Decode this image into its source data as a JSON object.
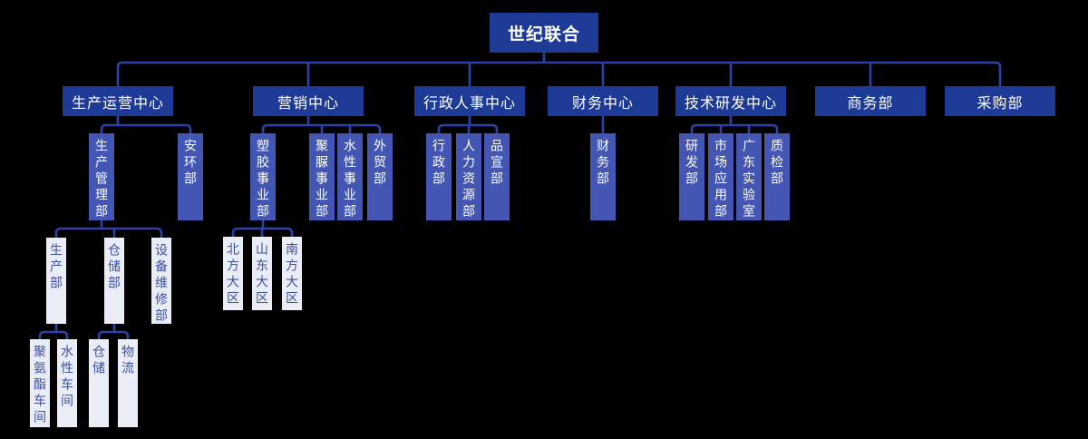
{
  "colors": {
    "background": "#000000",
    "primary_dark_box": "#1d3b96",
    "secondary_blue_box": "#4456b4",
    "light_box": "#eaecf6",
    "light_box_text": "#3c51a8",
    "dark_box_text": "#ffffff",
    "connector_line": "#2c40a8"
  },
  "org": {
    "root": {
      "label": "世纪联合"
    },
    "centers": [
      {
        "label": "生产运营中心",
        "children": [
          {
            "label": "生产管理部",
            "children": [
              {
                "label": "生产部",
                "children": [
                  {
                    "label": "聚氨酯车间"
                  },
                  {
                    "label": "水性车间"
                  }
                ]
              },
              {
                "label": "仓储部",
                "children": [
                  {
                    "label": "仓储"
                  },
                  {
                    "label": "物流"
                  }
                ]
              },
              {
                "label": "设备维修部"
              }
            ]
          },
          {
            "label": "安环部"
          }
        ]
      },
      {
        "label": "营销中心",
        "children": [
          {
            "label": "塑胶事业部",
            "children": [
              {
                "label": "北方大区"
              },
              {
                "label": "山东大区"
              },
              {
                "label": "南方大区"
              }
            ]
          },
          {
            "label": "聚脲事业部"
          },
          {
            "label": "水性事业部"
          },
          {
            "label": "外贸部"
          }
        ]
      },
      {
        "label": "行政人事中心",
        "children": [
          {
            "label": "行政部"
          },
          {
            "label": "人力资源部"
          },
          {
            "label": "品宣部"
          }
        ]
      },
      {
        "label": "财务中心",
        "children": [
          {
            "label": "财务部"
          }
        ]
      },
      {
        "label": "技术研发中心",
        "children": [
          {
            "label": "研发部"
          },
          {
            "label": "市场应用部"
          },
          {
            "label": "广东实验室"
          },
          {
            "label": "质检部"
          }
        ]
      },
      {
        "label": "商务部"
      },
      {
        "label": "采购部"
      }
    ]
  }
}
